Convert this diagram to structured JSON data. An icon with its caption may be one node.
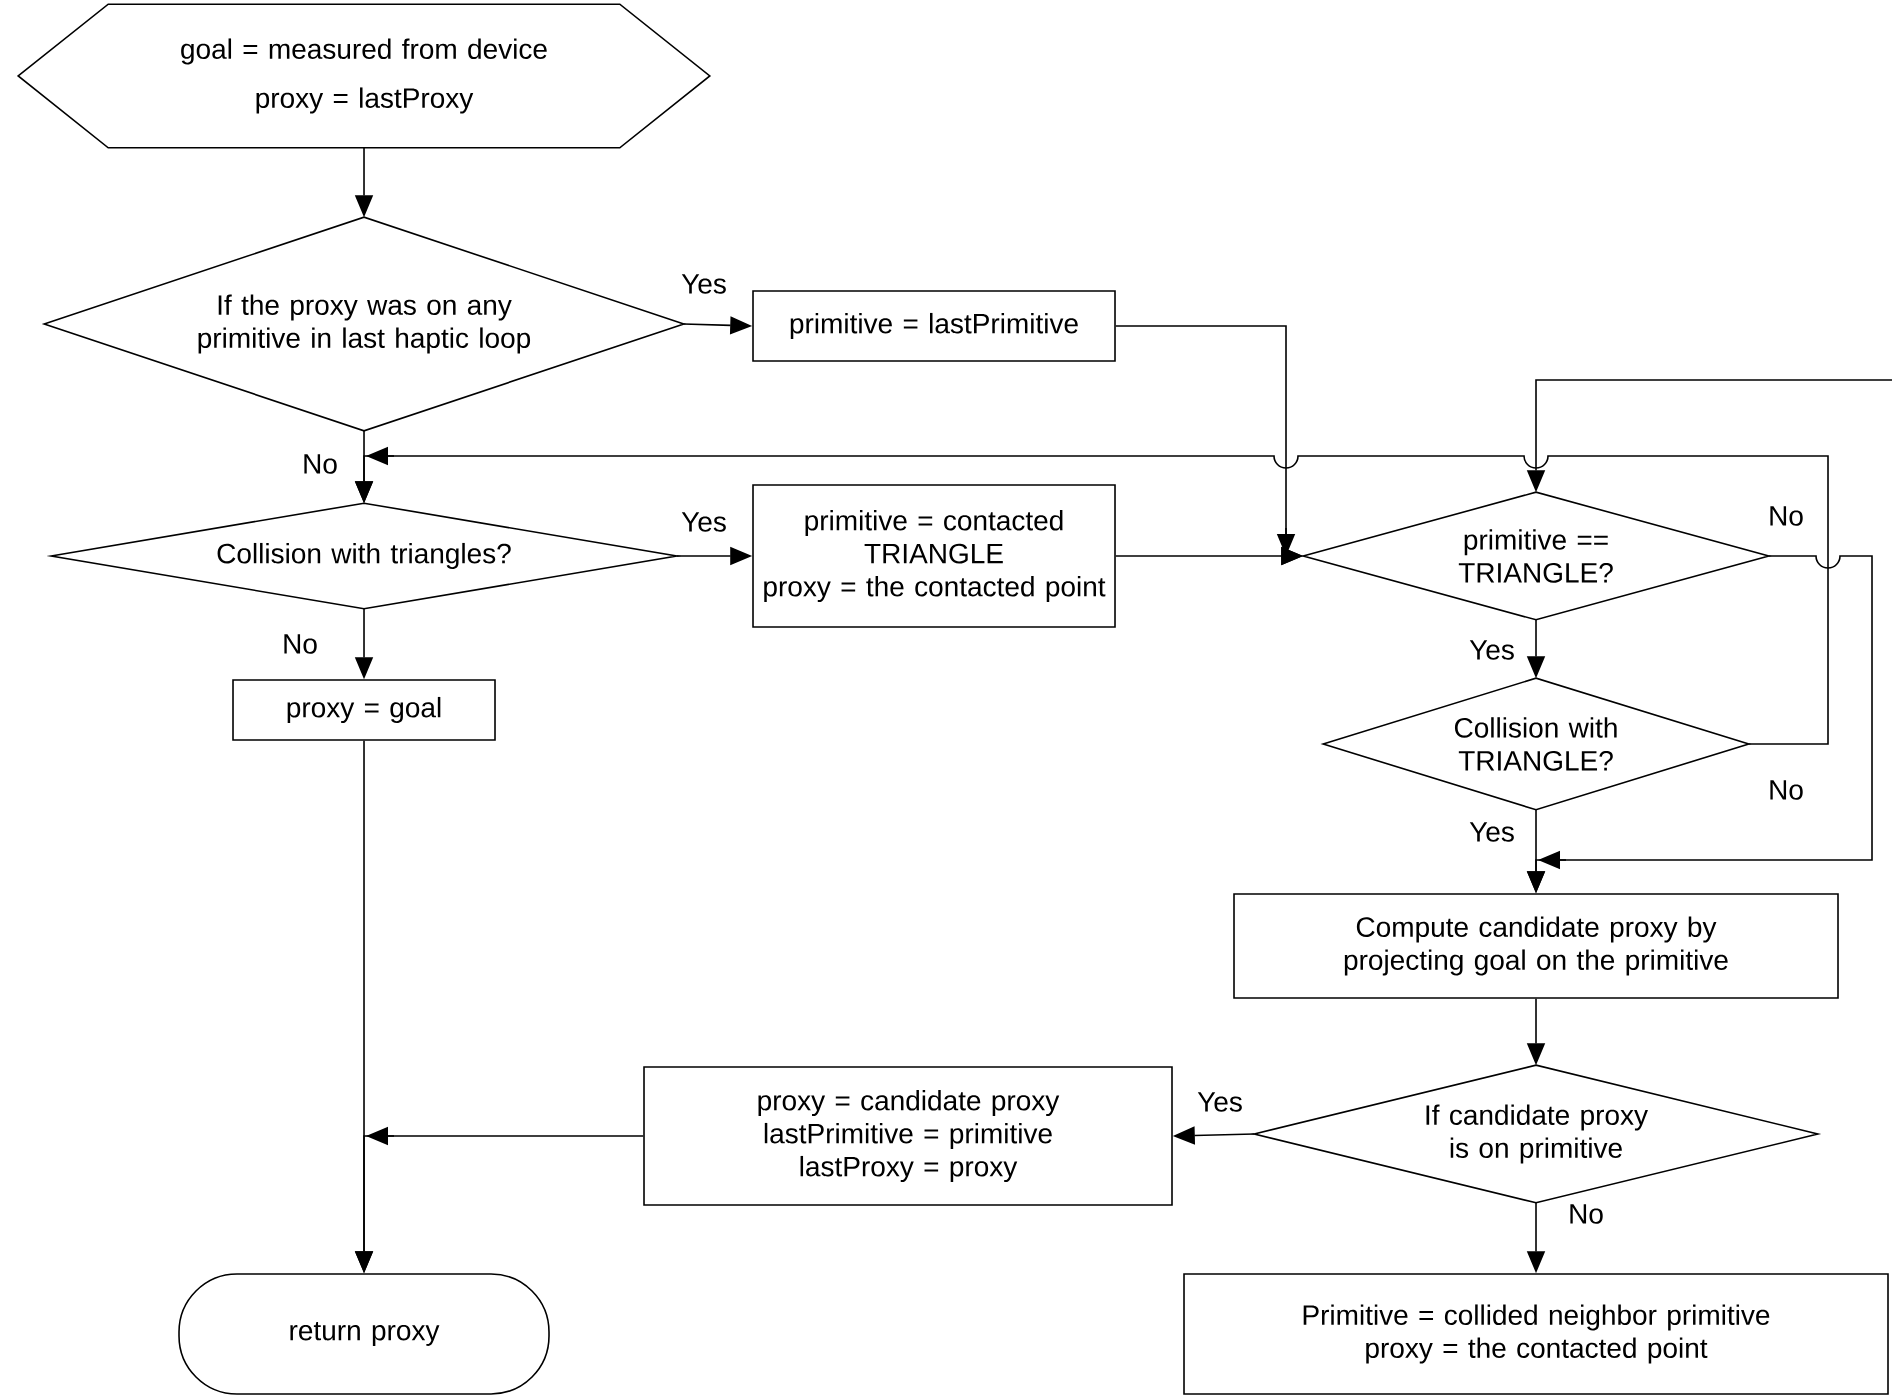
{
  "diagram": {
    "nodes": [
      {
        "text": [
          "goal = measured from device",
          "proxy = lastProxy"
        ]
      },
      {
        "text": [
          "If the proxy was on any primitive in last haptic loop"
        ]
      },
      {
        "text": [
          "primitive = lastPrimitive"
        ]
      },
      {
        "text": [
          "Collision with triangles?"
        ]
      },
      {
        "text": [
          "primitive = contacted TRIANGLE",
          "proxy = the contacted point"
        ]
      },
      {
        "text": [
          "proxy = goal"
        ]
      },
      {
        "text": [
          "primitive == TRIANGLE?"
        ]
      },
      {
        "text": [
          "Collision with TRIANGLE?"
        ]
      },
      {
        "text": [
          "Compute candidate proxy by projecting goal on the primitive"
        ]
      },
      {
        "text": [
          "If candidate proxy is on primitive"
        ]
      },
      {
        "text": [
          "proxy = candidate proxy",
          "lastPrimitive = primitive",
          "lastProxy = proxy"
        ]
      },
      {
        "text": [
          "Primitive = collided neighbor primitive",
          "proxy = the contacted point"
        ]
      },
      {
        "text": [
          "return proxy"
        ]
      }
    ],
    "edges": [
      {
        "from": 0,
        "to": 1,
        "arrow": "to"
      },
      {
        "from": 1,
        "to": 2,
        "arrow": "to",
        "label": "Yes"
      },
      {
        "from": 1,
        "to": 3,
        "arrow": "to",
        "label": "No"
      },
      {
        "from": 2,
        "to": 6,
        "arrow": "to"
      },
      {
        "from": 3,
        "to": 4,
        "arrow": "to",
        "label": "Yes"
      },
      {
        "from": 4,
        "to": 6,
        "arrow": "to"
      },
      {
        "from": 3,
        "to": 5,
        "arrow": "to",
        "label": "No"
      },
      {
        "from": 5,
        "to": 12,
        "arrow": "to"
      },
      {
        "from": 6,
        "to": 7,
        "arrow": "to",
        "label": "Yes"
      },
      {
        "from": 6,
        "to": 8,
        "arrow": "to",
        "label": "No"
      },
      {
        "from": 7,
        "to": 3,
        "arrow": "to",
        "label": "No"
      },
      {
        "from": null,
        "to": 6,
        "arrow": "to"
      },
      {
        "from": 7,
        "to": 8,
        "arrow": "to",
        "label": "Yes"
      },
      {
        "from": 8,
        "to": 9,
        "arrow": "to"
      },
      {
        "from": 9,
        "to": 10,
        "arrow": "to",
        "label": "Yes"
      },
      {
        "from": 9,
        "to": 11,
        "arrow": "to",
        "label": "No"
      },
      {
        "from": 10,
        "to": 12,
        "arrow": "to"
      }
    ]
  }
}
